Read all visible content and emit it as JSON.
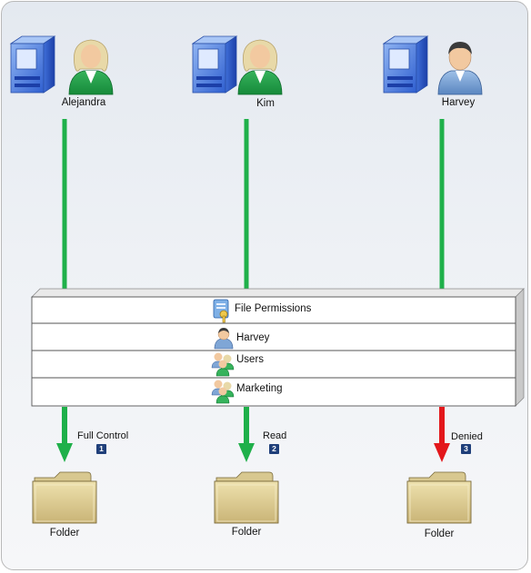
{
  "users": [
    {
      "name": "Alejandra",
      "avatar": "female-user-icon",
      "line_color": "#1fb04a"
    },
    {
      "name": "Kim",
      "avatar": "female-user-icon",
      "line_color": "#1fb04a"
    },
    {
      "name": "Harvey",
      "avatar": "male-user-icon",
      "line_color": "#1fb04a"
    }
  ],
  "permission_layers": [
    {
      "label": "File Permissions",
      "icon": "file-permissions-key-icon"
    },
    {
      "label": "Harvey",
      "icon": "user-icon"
    },
    {
      "label": "Users",
      "icon": "group-icon"
    },
    {
      "label": "Marketing",
      "icon": "group-icon"
    }
  ],
  "outcomes": [
    {
      "label": "Full Control",
      "badge": "1",
      "color": "#1fb04a",
      "folder": "Folder"
    },
    {
      "label": "Read",
      "badge": "2",
      "color": "#1fb04a",
      "folder": "Folder"
    },
    {
      "label": "Denied",
      "badge": "3",
      "color": "#e3171b",
      "folder": "Folder"
    }
  ],
  "colors": {
    "allowed": "#1fb04a",
    "denied": "#e3171b",
    "badge": "#1f3f7a",
    "folder": "#d8c890"
  }
}
